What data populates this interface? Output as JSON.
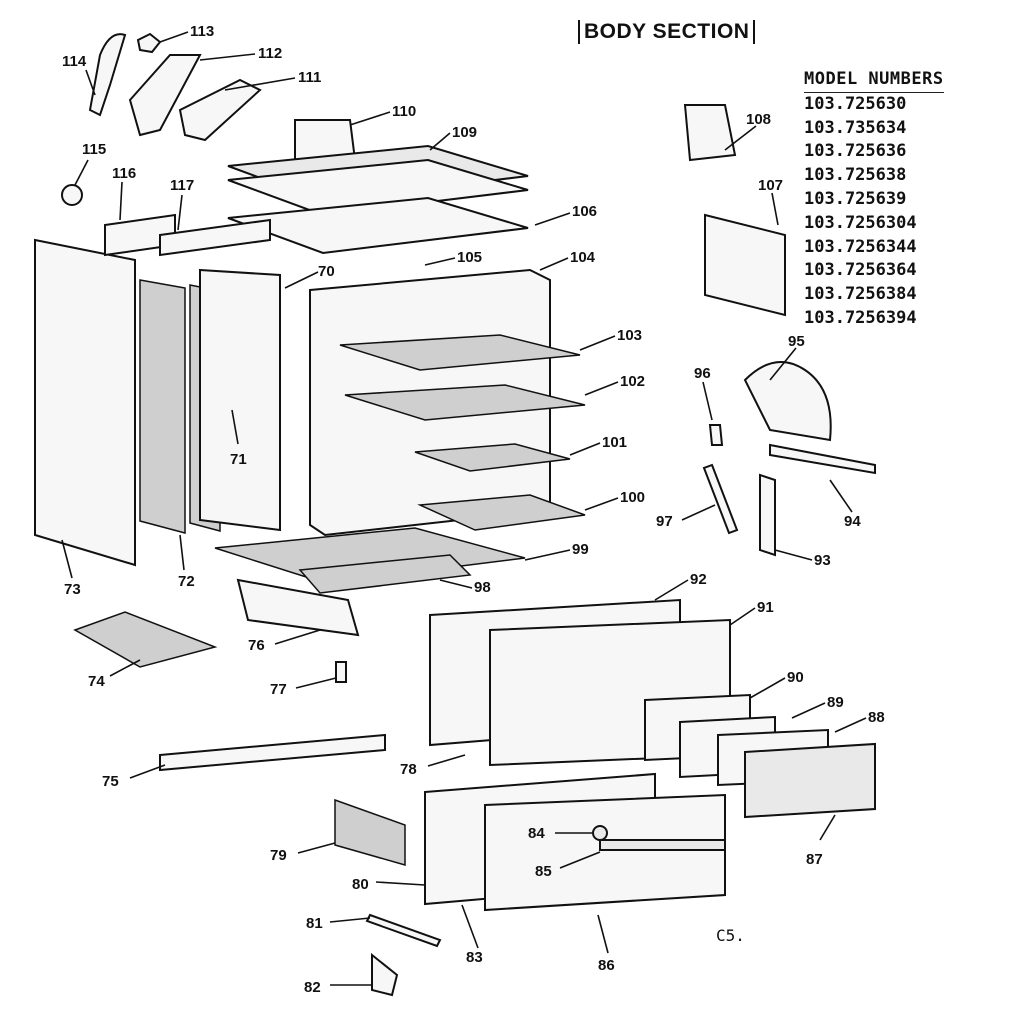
{
  "title": "BODY SECTION",
  "models": {
    "heading": "MODEL NUMBERS",
    "items": [
      "103.725630",
      "103.735634",
      "103.725636",
      "103.725638",
      "103.725639",
      "103.7256304",
      "103.7256344",
      "103.7256364",
      "103.7256384",
      "103.7256394"
    ]
  },
  "corner_code": "C5.",
  "callouts": [
    "113",
    "112",
    "111",
    "114",
    "110",
    "109",
    "115",
    "116",
    "117",
    "106",
    "105",
    "104",
    "70",
    "103",
    "102",
    "71",
    "101",
    "100",
    "73",
    "72",
    "99",
    "98",
    "76",
    "74",
    "77",
    "75",
    "78",
    "79",
    "80",
    "81",
    "82",
    "83",
    "84",
    "85",
    "86",
    "87",
    "88",
    "89",
    "90",
    "91",
    "92",
    "93",
    "94",
    "95",
    "96",
    "97",
    "107",
    "108"
  ]
}
